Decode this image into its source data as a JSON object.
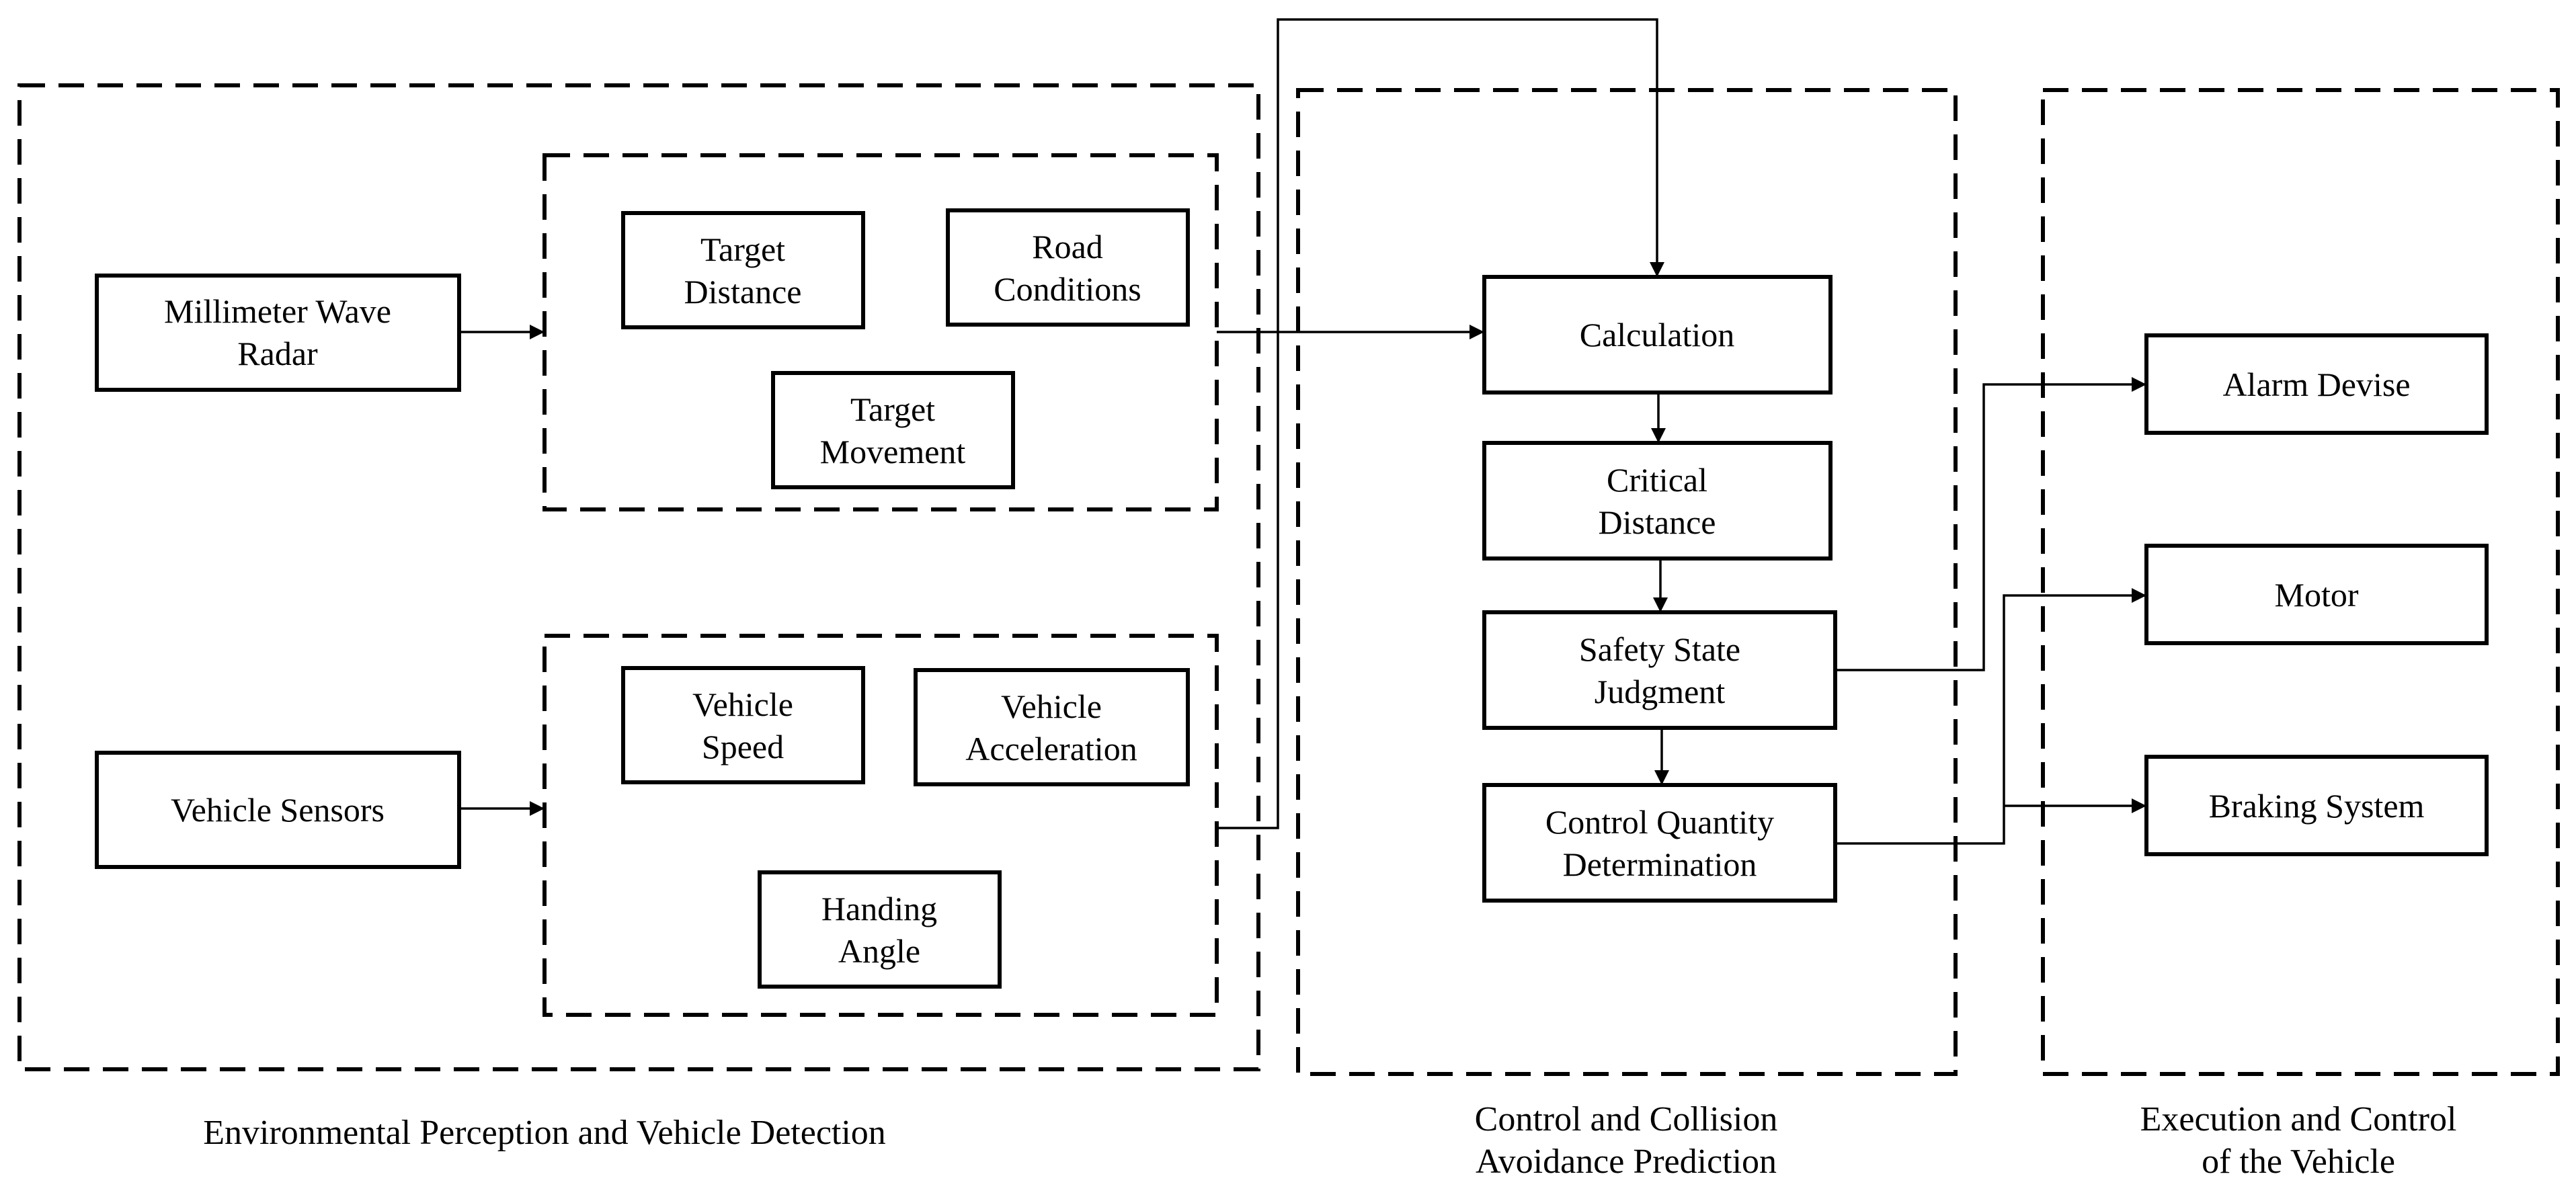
{
  "groups": {
    "perception": {
      "caption": "Environmental Perception and Vehicle Detection"
    },
    "prediction": {
      "caption_line1": "Control and Collision",
      "caption_line2": "Avoidance Prediction"
    },
    "execution": {
      "caption_line1": "Execution and Control",
      "caption_line2": "of the Vehicle"
    }
  },
  "sources": {
    "radar": {
      "line1": "Millimeter Wave",
      "line2": "Radar"
    },
    "sensors": {
      "line1": "Vehicle Sensors"
    }
  },
  "radar_outputs": {
    "target_distance": {
      "line1": "Target",
      "line2": "Distance"
    },
    "road_conditions": {
      "line1": "Road",
      "line2": "Conditions"
    },
    "target_movement": {
      "line1": "Target",
      "line2": "Movement"
    }
  },
  "sensor_outputs": {
    "vehicle_speed": {
      "line1": "Vehicle",
      "line2": "Speed"
    },
    "vehicle_acceleration": {
      "line1": "Vehicle",
      "line2": "Acceleration"
    },
    "handing_angle": {
      "line1": "Handing",
      "line2": "Angle"
    }
  },
  "process": {
    "calculation": {
      "line1": "Calculation"
    },
    "critical_distance": {
      "line1": "Critical",
      "line2": "Distance"
    },
    "safety_state": {
      "line1": "Safety State",
      "line2": "Judgment"
    },
    "control_quantity": {
      "line1": "Control Quantity",
      "line2": "Determination"
    }
  },
  "actuators": {
    "alarm": {
      "line1": "Alarm Devise"
    },
    "motor": {
      "line1": "Motor"
    },
    "braking": {
      "line1": "Braking System"
    }
  }
}
